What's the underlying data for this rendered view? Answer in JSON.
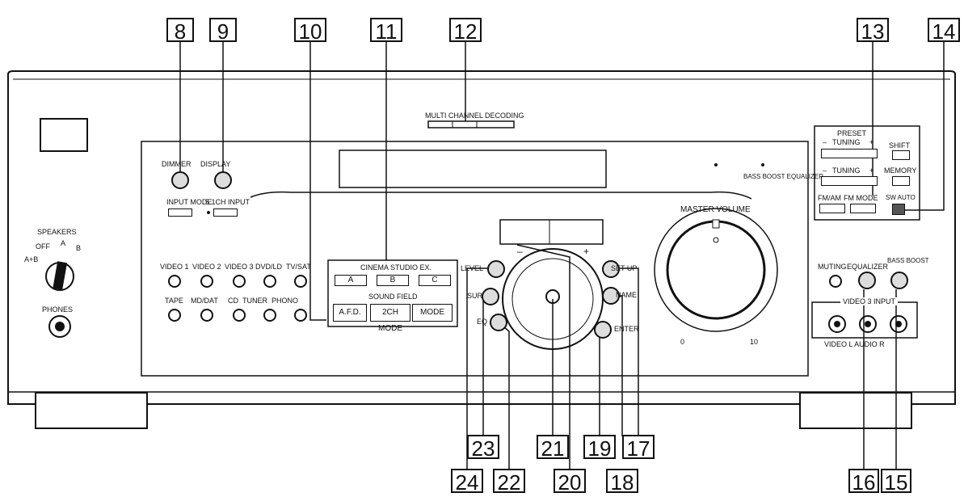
{
  "callouts": [
    "8",
    "9",
    "10",
    "11",
    "12",
    "13",
    "14",
    "15",
    "16",
    "17",
    "18",
    "19",
    "20",
    "21",
    "22",
    "23",
    "24"
  ],
  "panel": {
    "multi_channel": "MULTI CHANNEL DECODING",
    "dimmer": "DIMMER",
    "display": "DISPLAY",
    "input_mode": "INPUT MODE",
    "ch51_input": "5.1CH INPUT",
    "speakers": "SPEAKERS",
    "speakers_off": "OFF",
    "speakers_a": "A",
    "speakers_b": "B",
    "speakers_ab": "A+B",
    "phones": "PHONES",
    "inputs_row1": [
      "VIDEO 1",
      "VIDEO 2",
      "VIDEO 3",
      "DVD/LD",
      "TV/SAT"
    ],
    "inputs_row2": [
      "TAPE",
      "MD/DAT",
      "CD",
      "TUNER",
      "PHONO"
    ],
    "cinema_studio": "CINEMA STUDIO EX.",
    "cinema_a": "A",
    "cinema_b": "B",
    "cinema_c": "C",
    "sound_field": "SOUND FIELD",
    "afd": "A.F.D.",
    "ch2_mode": "2CH MODE",
    "mode": "MODE",
    "level": "LEVEL",
    "sur": "SUR",
    "eq": "EQ",
    "set_up": "SET UP",
    "name": "NAME",
    "enter": "ENTER",
    "minus": "–",
    "plus": "+",
    "master_volume": "MASTER VOLUME",
    "vol_min": "0",
    "vol_max": "10",
    "bass_boost_eq": "BASS BOOST EQUALIZER",
    "preset": "PRESET",
    "tuning_preset": "TUNING",
    "tuning": "TUNING",
    "shift": "SHIFT",
    "memory": "MEMORY",
    "fm_am": "FM/AM",
    "fm_mode": "FM MODE",
    "sw_mode": "SW AUTO",
    "muting": "MUTING",
    "equalizer": "EQUALIZER",
    "bass_boost": "BASS BOOST",
    "video3_input": "VIDEO 3 INPUT",
    "video_l_audio_r": "VIDEO L AUDIO R"
  }
}
